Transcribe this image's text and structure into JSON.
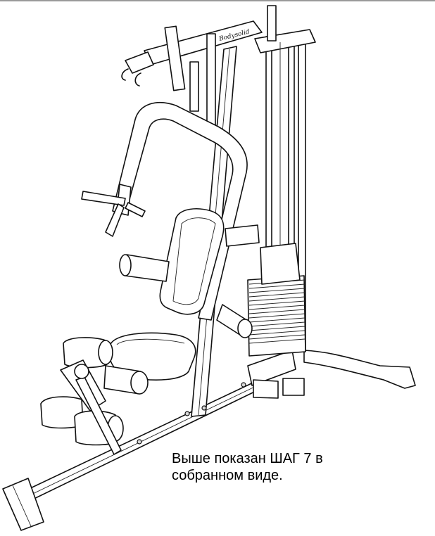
{
  "figure": {
    "subject": "home-gym-assembled-step-7",
    "logo_text": "Bodysolid"
  },
  "caption": {
    "line1": "Выше показан ШАГ 7 в",
    "line2": "собранном виде."
  }
}
